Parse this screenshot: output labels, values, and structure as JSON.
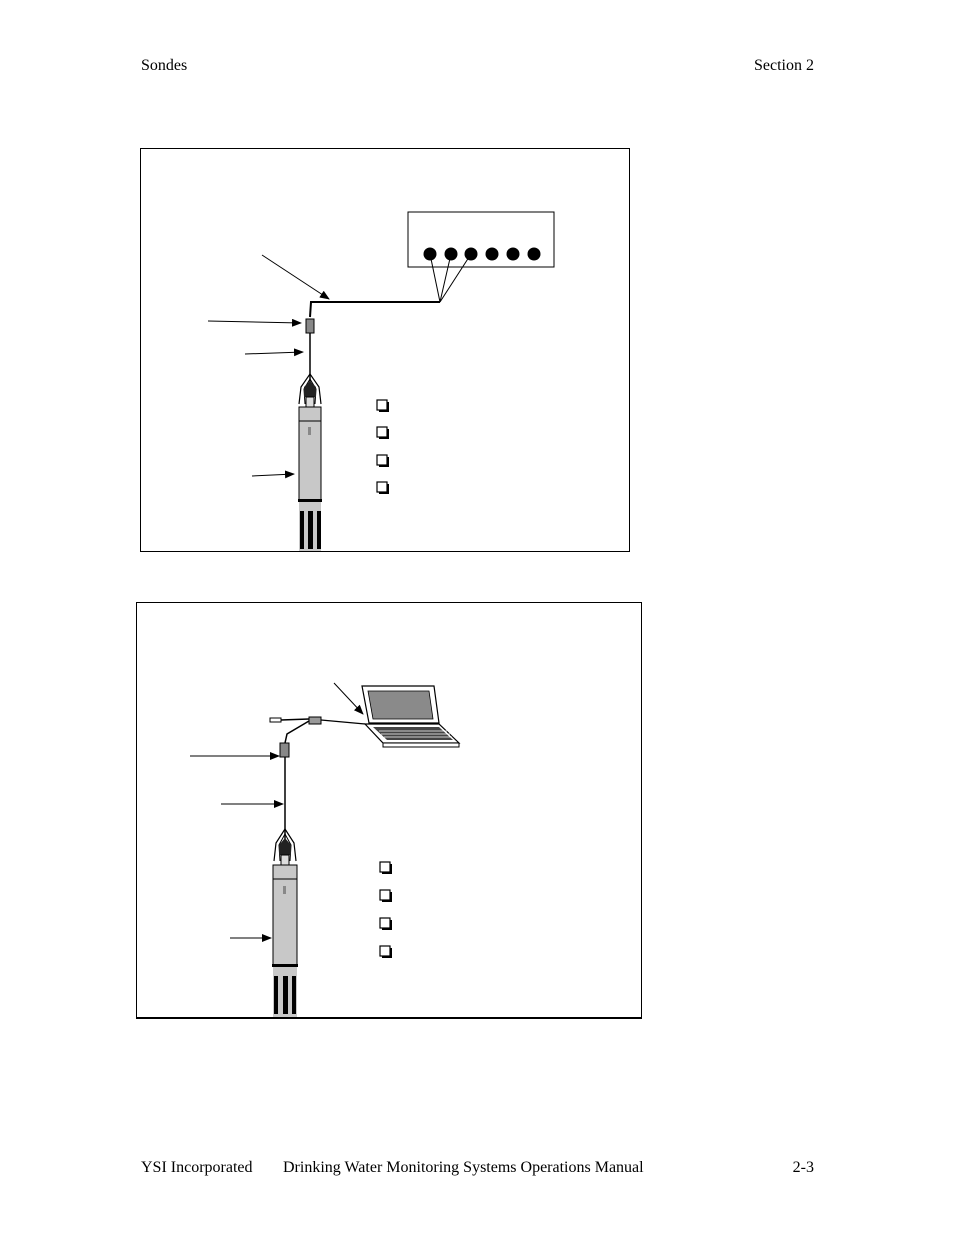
{
  "header": {
    "left": "Sondes",
    "right": "Section 2"
  },
  "footer": {
    "company": "YSI Incorporated",
    "title": "Drinking Water Monitoring Systems Operations Manual",
    "page": "2-3"
  },
  "figures": [
    {
      "icons": [
        "sonde-icon",
        "logger-box-icon",
        "cable-icon",
        "connector-icon",
        "checkbox-icon"
      ]
    },
    {
      "icons": [
        "sonde-icon",
        "laptop-icon",
        "cable-icon",
        "connector-icon",
        "checkbox-icon"
      ]
    }
  ]
}
